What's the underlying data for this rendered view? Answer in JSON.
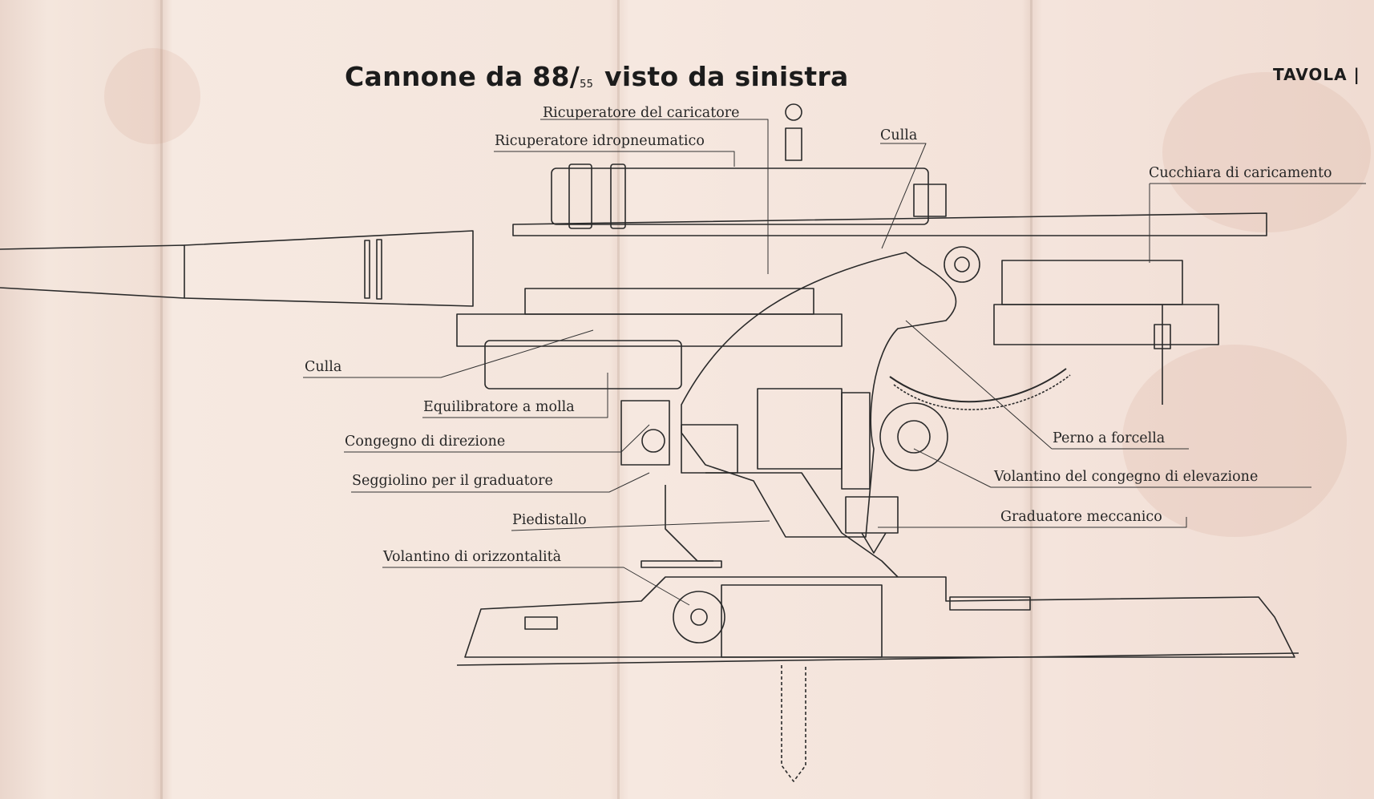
{
  "title": {
    "main": "Cannone da 88/",
    "sub": "55",
    "rest": " visto da sinistra"
  },
  "plate": "TAVOLA |",
  "labels": {
    "ricuperatore_caricatore": "Ricuperatore del caricatore",
    "ricuperatore_idro": "Ricuperatore idropneumatico",
    "culla_top": "Culla",
    "cucchiara": "Cucchiara di caricamento",
    "culla_left": "Culla",
    "equilibratore": "Equilibratore a molla",
    "congegno_direzione": "Congegno di direzione",
    "seggiolino": "Seggiolino per il graduatore",
    "piedistallo": "Piedistallo",
    "volantino_orizz": "Volantino di orizzontalità",
    "perno": "Perno a forcella",
    "volantino_elev": "Volantino del congegno di elevazione",
    "graduatore": "Graduatore meccanico"
  },
  "colors": {
    "paper": "#f3e3da",
    "ink": "#262626"
  }
}
